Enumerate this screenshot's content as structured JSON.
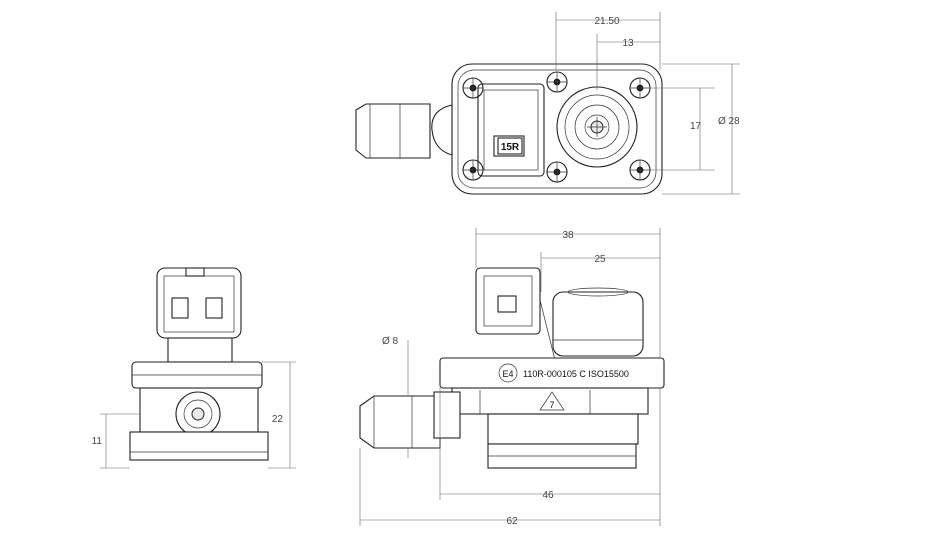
{
  "dimensions": {
    "top_width_outer": "21.50",
    "top_width_inner": "13",
    "top_height_bolt": "17",
    "top_height_dia": "Ø 28",
    "side_width_38": "38",
    "side_width_25": "25",
    "side_dia_8": "Ø 8",
    "side_width_46": "46",
    "side_width_62": "62",
    "front_height_22": "22",
    "front_height_11": "11"
  },
  "labels": {
    "connector_badge": "15R",
    "approval_mark": "E4",
    "part_marking": "110R-000105 C ISO15500",
    "flow_arrow": "7"
  },
  "colors": {
    "stroke": "#222222",
    "dimension": "#666666"
  }
}
